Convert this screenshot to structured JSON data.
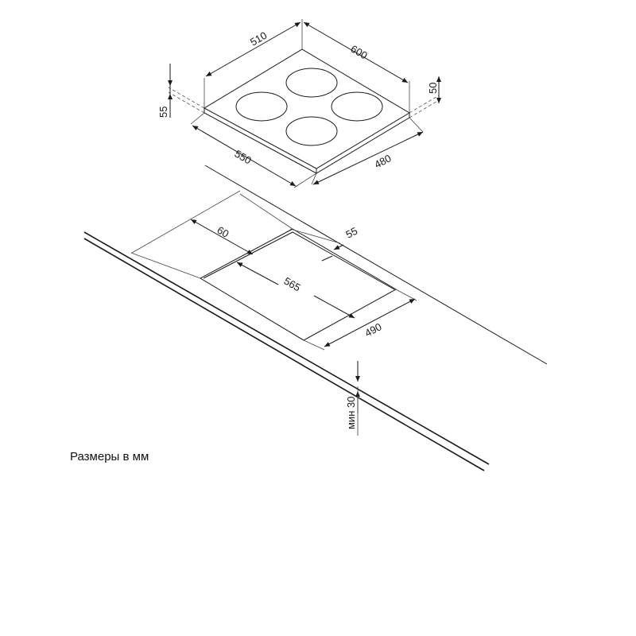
{
  "hob": {
    "width_label": "510",
    "depth_label": "600",
    "height_right_label": "50",
    "height_left_label": "55",
    "bottom_width_label": "550",
    "bottom_depth_label": "480"
  },
  "cutout": {
    "edge_offset_label": "60",
    "back_offset_label": "55",
    "length_label": "565",
    "depth_label": "490",
    "min_thickness_label": "мин 30"
  },
  "caption": "Размеры в мм",
  "colors": {
    "line": "#1a1a1a",
    "background": "#ffffff"
  }
}
